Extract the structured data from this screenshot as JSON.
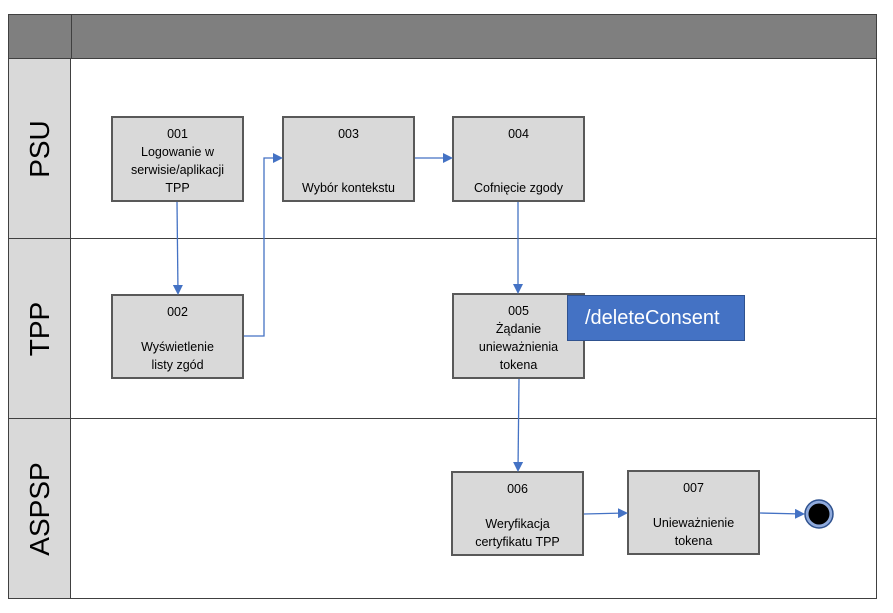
{
  "colors": {
    "header": "#7f7f7f",
    "lane_label_bg": "#d9d9d9",
    "box_bg": "#d9d9d9",
    "box_border": "#595959",
    "connector": "#4472c4",
    "api_badge": "#4472c4",
    "end_event_ring": "#8faadc",
    "end_event_fill": "#000000"
  },
  "lanes": [
    {
      "id": "psu",
      "label": "PSU"
    },
    {
      "id": "tpp",
      "label": "TPP"
    },
    {
      "id": "aspsp",
      "label": "ASPSP"
    }
  ],
  "steps": [
    {
      "id": "001",
      "lane": "psu",
      "label": "Logowanie w\nserwisie/aplikacji\nTPP"
    },
    {
      "id": "002",
      "lane": "tpp",
      "label": "Wyświetlenie\nlisty zgód"
    },
    {
      "id": "003",
      "lane": "psu",
      "label": "Wybór kontekstu"
    },
    {
      "id": "004",
      "lane": "psu",
      "label": "Cofnięcie zgody"
    },
    {
      "id": "005",
      "lane": "tpp",
      "label": "Żądanie\nunieważnienia\ntokena"
    },
    {
      "id": "006",
      "lane": "aspsp",
      "label": "Weryfikacja\ncertyfikatu TPP"
    },
    {
      "id": "007",
      "lane": "aspsp",
      "label": "Unieważnienie\ntokena"
    }
  ],
  "flows": [
    {
      "from": "001",
      "to": "002"
    },
    {
      "from": "002",
      "to": "003"
    },
    {
      "from": "003",
      "to": "004"
    },
    {
      "from": "004",
      "to": "005"
    },
    {
      "from": "005",
      "to": "006"
    },
    {
      "from": "006",
      "to": "007"
    },
    {
      "from": "007",
      "to": "end"
    }
  ],
  "api_call": {
    "label": "/deleteConsent",
    "attached_to": "005"
  },
  "end_event": {
    "type": "end",
    "icon": "end-event-icon"
  }
}
